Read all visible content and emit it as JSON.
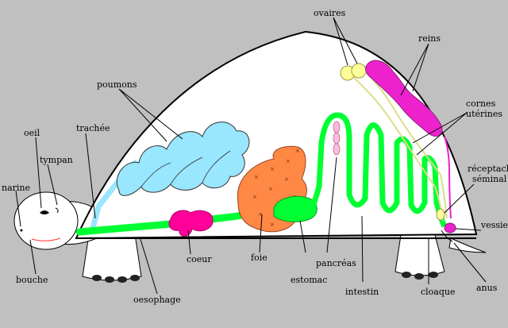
{
  "labels": {
    "ovaires": "ovaires",
    "reins": "reins",
    "poumons": "poumons",
    "cornes_uterines_1": "cornes",
    "cornes_uterines_2": "utérines",
    "oeil": "oeil",
    "tympan": "tympan",
    "trachee": "trachée",
    "receptacle_1": "réceptacle",
    "receptacle_2": "séminal",
    "narine": "narine",
    "vessie": "vessie",
    "bouche": "bouche",
    "coeur": "coeur",
    "foie": "foie",
    "pancreas": "pancréas",
    "estomac": "estomac",
    "intestin": "intestin",
    "cloaque": "cloaque",
    "anus": "anus",
    "oesophage": "oesophage"
  },
  "colors": {
    "background": "#c0c0c0",
    "body": "#ffffff",
    "digestive": "#00ff33",
    "lungs": "#99e6ff",
    "heart": "#ff0099",
    "liver": "#ff8844",
    "kidneys": "#ee22cc",
    "ovaries": "#ffff99",
    "uterine_horns": "#dddd88",
    "pancreas": "#ffbbdd"
  }
}
